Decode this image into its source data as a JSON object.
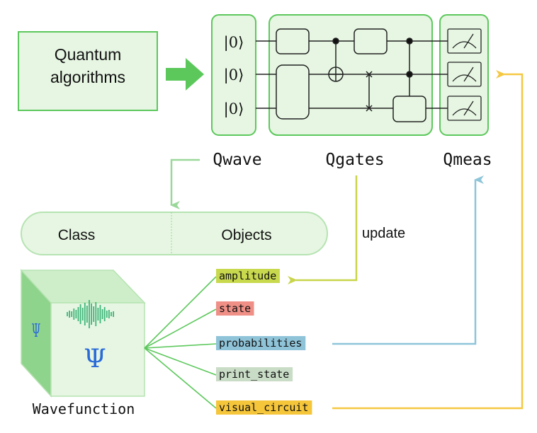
{
  "colors": {
    "green": "#5cc85c",
    "green_fill": "#e6f6e2",
    "green_dark": "#3e9e3e",
    "yellow": "#f5c842",
    "lime": "#c8d54a",
    "blue": "#8ec5d9",
    "psi_blue": "#2a6bd8",
    "wave_green": "#3fb67a"
  },
  "top": {
    "algorithms_label_line1": "Quantum",
    "algorithms_label_line2": "algorithms",
    "arrow_icon": "right-arrow-icon",
    "qubits": [
      "|0⟩",
      "|0⟩",
      "|0⟩"
    ],
    "modules": {
      "qwave": "Qwave",
      "qgates": "Qgates",
      "qmeas": "Qmeas"
    },
    "meter_icon": "measurement-meter-icon"
  },
  "middle": {
    "class_label": "Class",
    "objects_label": "Objects",
    "update_label": "update"
  },
  "wavefunction": {
    "cube_label": "Wavefunction",
    "psi_front": "Ψ",
    "psi_side": "Ψ",
    "wave_icon": "waveform-icon"
  },
  "attributes": [
    {
      "label": "amplitude",
      "color": "#c9d94e"
    },
    {
      "label": "state",
      "color": "#ef8f86"
    },
    {
      "label": "probabilities",
      "color": "#8fc3d8"
    },
    {
      "label": "print_state",
      "color": "#c9dcc6"
    },
    {
      "label": "visual_circuit",
      "color": "#f5c53a"
    }
  ]
}
